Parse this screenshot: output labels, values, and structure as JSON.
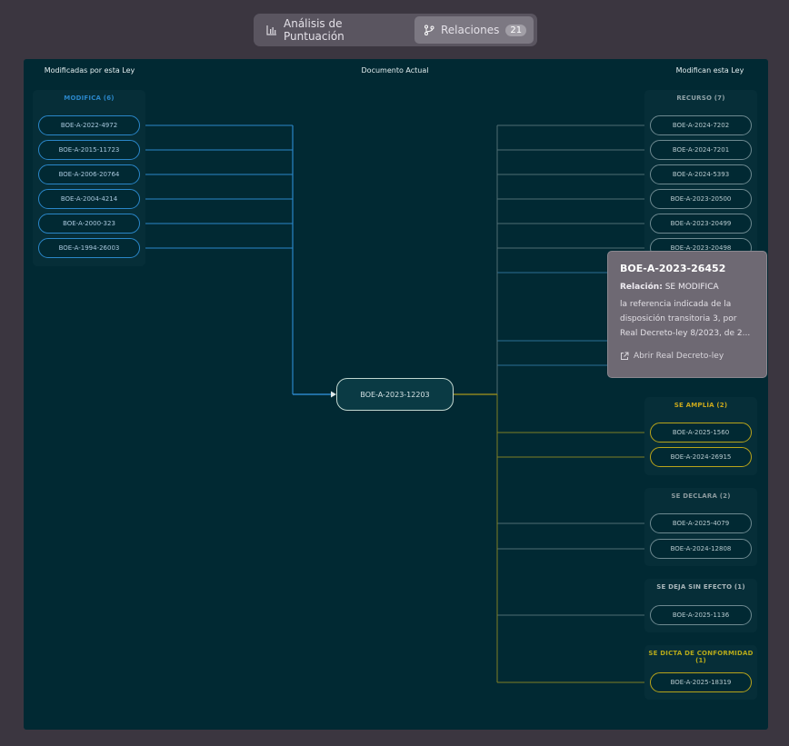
{
  "tabs": [
    {
      "label": "Análisis de Puntuación"
    },
    {
      "label": "Relaciones",
      "badge": "21"
    }
  ],
  "columns": {
    "left": "Modificadas por esta Ley",
    "center": "Documento Actual",
    "right": "Modifican esta Ley"
  },
  "center_node": "BOE-A-2023-12203",
  "left_groups": [
    {
      "title": "MODIFICA (6)",
      "color": "#2a86c8",
      "items": [
        "BOE-A-2022-4972",
        "BOE-A-2015-11723",
        "BOE-A-2006-20764",
        "BOE-A-2004-4214",
        "BOE-A-2000-323",
        "BOE-A-1994-26003"
      ]
    }
  ],
  "right_groups": [
    {
      "title": "RECURSO (7)",
      "color": "#8fa2a7",
      "items": [
        "BOE-A-2024-7202",
        "BOE-A-2024-7201",
        "BOE-A-2024-5393",
        "BOE-A-2023-20500",
        "BOE-A-2023-20499",
        "BOE-A-2023-20498"
      ]
    },
    {
      "title": "SE AMPLÍA (2)",
      "color": "#c9a81c",
      "items": [
        "BOE-A-2025-1560",
        "BOE-A-2024-26915"
      ]
    },
    {
      "title": "SE DECLARA (2)",
      "color": "#8a999d",
      "items": [
        "BOE-A-2025-4079",
        "BOE-A-2024-12808"
      ]
    },
    {
      "title": "SE DEJA SIN EFECTO (1)",
      "color": "#a9b6ba",
      "items": [
        "BOE-A-2025-1136"
      ]
    },
    {
      "title": "SE DICTA DE CONFORMIDAD (1)",
      "color": "#b5a91a",
      "items": [
        "BOE-A-2025-18319"
      ]
    }
  ],
  "tooltip": {
    "title": "BOE-A-2023-26452",
    "relation_label": "Relación:",
    "relation_value": "SE MODIFICA",
    "description": "la referencia indicada de la disposición transitoria 3, por Real Decreto-ley 8/2023, de 2...",
    "link_label": "Abrir Real Decreto-ley"
  },
  "colors": {
    "background": "#3b3640",
    "panel": "#012933",
    "modifica_edge": "#2a86c8",
    "recurso_edge": "#4e6d73",
    "amplia_edge": "#8c8420"
  }
}
